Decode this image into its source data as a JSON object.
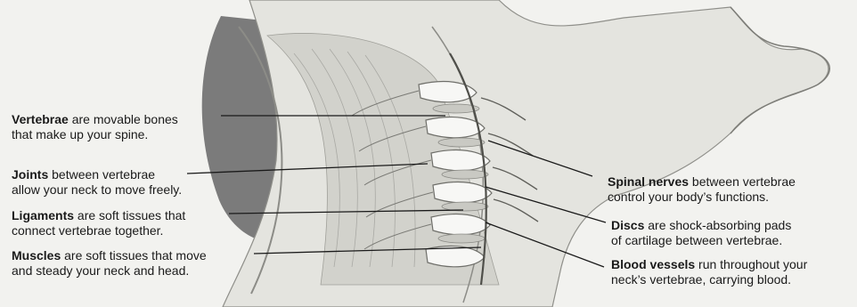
{
  "labels": {
    "vertebrae": {
      "term": "Vertebrae",
      "line1": " are movable bones",
      "line2": "that make up your spine."
    },
    "joints": {
      "term": "Joints",
      "line1": " between vertebrae",
      "line2": "allow your neck to move freely."
    },
    "ligaments": {
      "term": "Ligaments",
      "line1": " are soft tissues that",
      "line2": "connect vertebrae together."
    },
    "muscles": {
      "term": "Muscles",
      "line1": " are soft tissues that move",
      "line2": "and steady your neck and head."
    },
    "spinal_nerves": {
      "term": "Spinal nerves",
      "line1": " between vertebrae",
      "line2": "control your body’s functions."
    },
    "discs": {
      "term": "Discs",
      "line1": " are shock-absorbing pads",
      "line2": "of cartilage between vertebrae."
    },
    "blood_vessels": {
      "term": "Blood vessels",
      "line1": " run throughout your",
      "line2": "neck’s vertebrae, carrying blood."
    }
  },
  "colors": {
    "ink": "#1a1a1a",
    "hair": "#6e6e6e",
    "tissue": "#d9d9d4",
    "bone": "#f7f7f5",
    "shadow": "#a9a9a4"
  }
}
